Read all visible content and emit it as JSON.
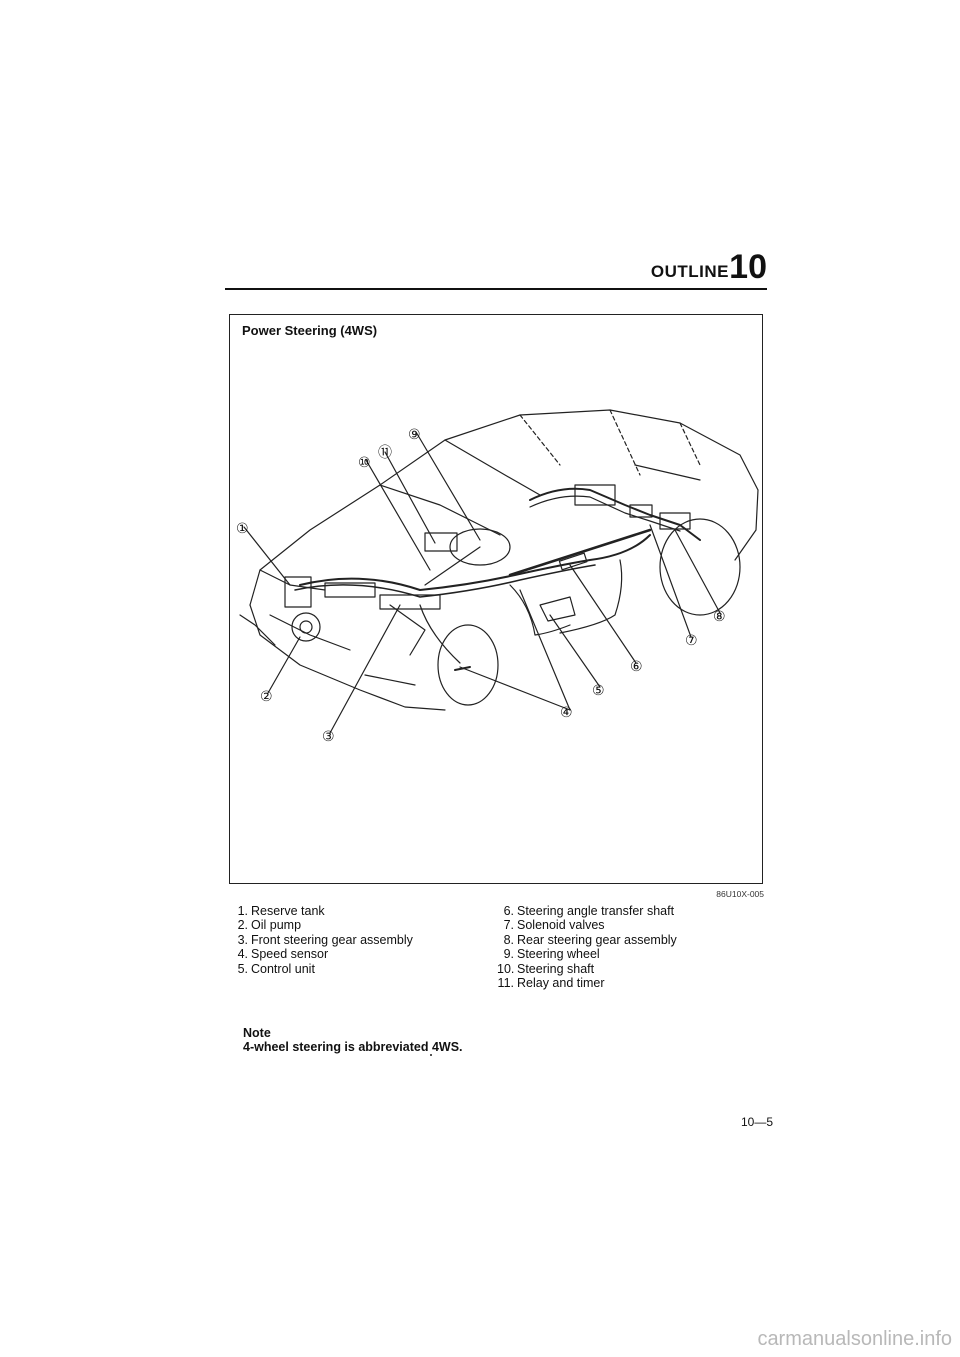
{
  "header": {
    "title": "OUTLINE",
    "chapter": "10"
  },
  "figure": {
    "title": "Power Steering (4WS)",
    "code": "86U10X-005",
    "callouts": [
      "①",
      "②",
      "③",
      "④",
      "⑤",
      "⑥",
      "⑦",
      "⑧",
      "⑨",
      "⑩",
      "⑪"
    ]
  },
  "legend_left": [
    {
      "num": "1.",
      "text": "Reserve tank"
    },
    {
      "num": "2.",
      "text": "Oil pump"
    },
    {
      "num": "3.",
      "text": "Front steering gear assembly"
    },
    {
      "num": "4.",
      "text": "Speed sensor"
    },
    {
      "num": "5.",
      "text": "Control unit"
    }
  ],
  "legend_right": [
    {
      "num": "6.",
      "text": "Steering angle transfer shaft"
    },
    {
      "num": "7.",
      "text": "Solenoid valves"
    },
    {
      "num": "8.",
      "text": "Rear steering gear assembly"
    },
    {
      "num": "9.",
      "text": "Steering wheel"
    },
    {
      "num": "10.",
      "text": "Steering shaft"
    },
    {
      "num": "11.",
      "text": "Relay and timer"
    }
  ],
  "note": {
    "heading": "Note",
    "text": "4-wheel steering is abbreviated 4WS."
  },
  "page_number": "10—5",
  "watermark": "carmanualsonline.info"
}
